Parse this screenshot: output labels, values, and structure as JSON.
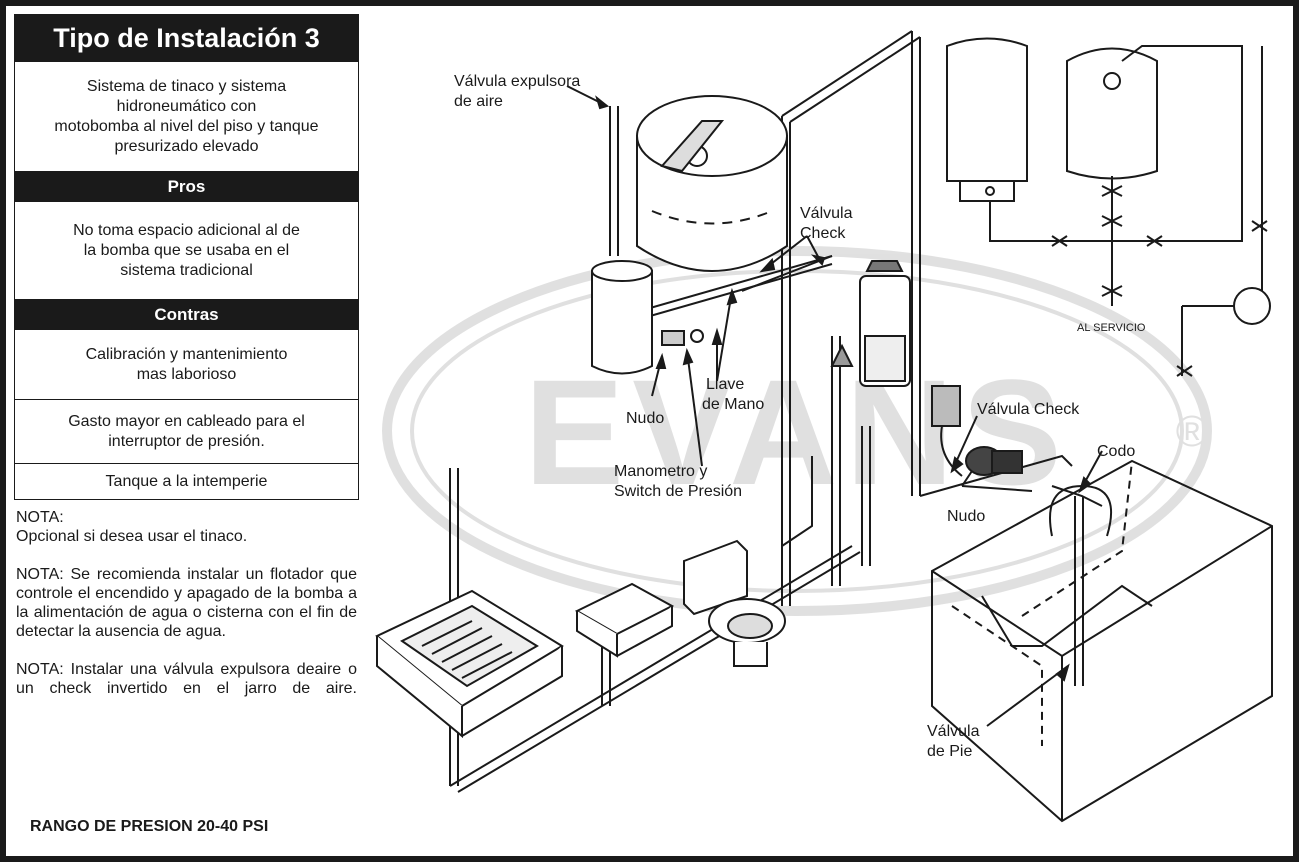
{
  "sidebar": {
    "title": "Tipo de Instalación 3",
    "description": [
      "Sistema de tinaco y sistema",
      "hidroneumático con",
      "motobomba al nivel del piso y tanque",
      "presurizado elevado"
    ],
    "pros_heading": "Pros",
    "pros_text": [
      "No toma espacio adicional al de",
      "la bomba que se usaba en el",
      "sistema tradicional"
    ],
    "contras_heading": "Contras",
    "contras": [
      [
        "Calibración y mantenimiento",
        "mas laborioso"
      ],
      [
        "Gasto mayor en cableado para el",
        "interruptor de presión."
      ],
      [
        "Tanque a la intemperie"
      ]
    ],
    "nota1_label": "NOTA:",
    "nota1_text": "Opcional si desea usar el tinaco.",
    "nota2_text": "NOTA:  Se recomienda instalar un flotador que controle el encendido y apagado de la bomba a la alimentación de agua o cisterna con el fin de detectar la ausencia de agua.",
    "nota3_text": "NOTA: Instalar una válvula expulsora deaire o un check invertido en el jarro de aire.",
    "range": "RANGO DE PRESION 20-40 PSI"
  },
  "diagram": {
    "labels": {
      "valvula_expulsora_1": "Válvula expulsora",
      "valvula_expulsora_2": "de aire",
      "valvula_check_1": "Válvula",
      "valvula_check_2": "Check",
      "llave_mano_1": "Llave",
      "llave_mano_2": "de Mano",
      "nudo_left": "Nudo",
      "manometro_1": "Manometro y",
      "manometro_2": "Switch de Presión",
      "valvula_check_pump": "Válvula Check",
      "codo": "Codo",
      "nudo_right": "Nudo",
      "valvula_pie_1": "Válvula",
      "valvula_pie_2": "de Pie",
      "al_servicio": "AL SERVICIO"
    },
    "watermark": "EVANS",
    "registered": "®"
  }
}
